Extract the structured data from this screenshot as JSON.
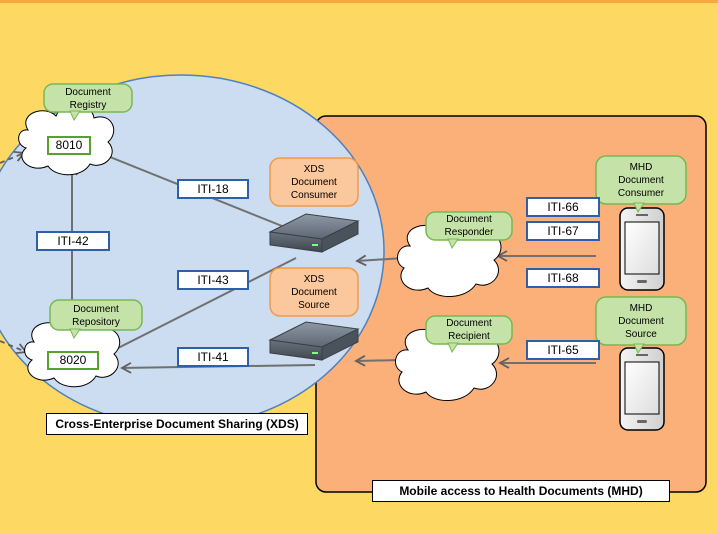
{
  "xds": {
    "caption": "Cross-Enterprise Document Sharing (XDS)",
    "registry_label": "Document\nRegistry",
    "registry_port": "8010",
    "repository_label": "Document\nRepository",
    "repository_port": "8020",
    "consumer_label": "XDS\nDocument\nConsumer",
    "source_label": "XDS\nDocument\nSource"
  },
  "mhd": {
    "caption": "Mobile access to Health Documents (MHD)",
    "responder_label": "Document\nResponder",
    "recipient_label": "Document\nRecipient",
    "mobile_consumer_label": "MHD\nDocument\nConsumer",
    "mobile_source_label": "MHD\nDocument\nSource"
  },
  "transactions": {
    "iti18": "ITI-18",
    "iti42": "ITI-42",
    "iti43": "ITI-43",
    "iti41": "ITI-41",
    "iti66": "ITI-66",
    "iti67": "ITI-67",
    "iti68": "ITI-68",
    "iti65": "ITI-65"
  },
  "colors": {
    "background": "#fdd964",
    "xds_domain": "#ccdcf1",
    "mhd_domain": "#fbb07a",
    "green_tag": "#c5e3a9",
    "orange_tag": "#fbc79c",
    "iti_border": "#2e5fa8"
  }
}
